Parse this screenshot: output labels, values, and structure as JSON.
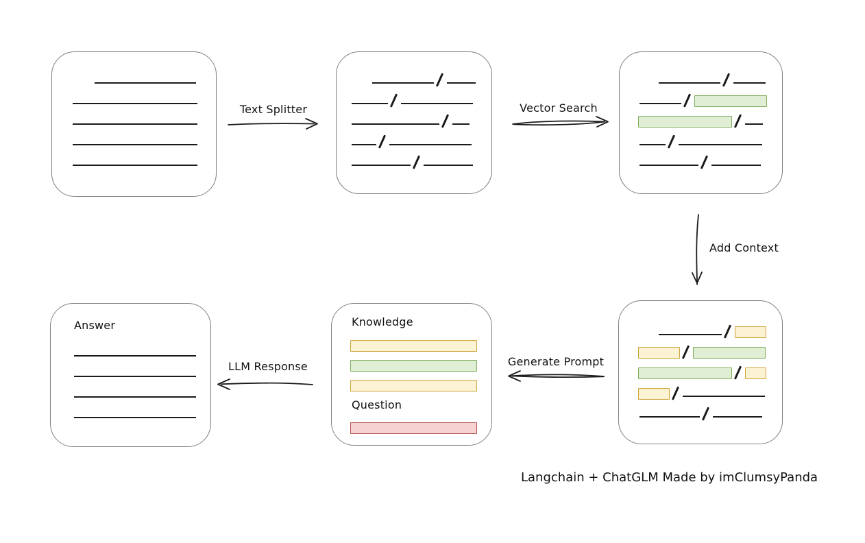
{
  "credit": "Langchain + ChatGLM Made by imClumsyPanda",
  "colors": {
    "stroke": "#1a1a1a",
    "box_border": "#7f7f7f",
    "green_fill": "#dfeed4",
    "green_border": "#7fae5d",
    "yellow_fill": "#fcf3d4",
    "yellow_border": "#cfa437",
    "red_fill": "#f6d3d2",
    "red_border": "#b0524e"
  },
  "labels": {
    "text_splitter": "Text Splitter",
    "vector_search": "Vector Search",
    "add_context": "Add Context",
    "generate_prompt": "Generate Prompt",
    "llm_response": "LLM Response",
    "knowledge": "Knowledge",
    "question": "Question",
    "answer": "Answer"
  },
  "boxes": {
    "source_document": {
      "rows": [
        {
          "ml": 62,
          "segs": [
            {
              "t": "line",
              "w": 148
            }
          ]
        },
        {
          "ml": 30,
          "segs": [
            {
              "t": "line",
              "w": 182
            }
          ]
        },
        {
          "ml": 30,
          "segs": [
            {
              "t": "line",
              "w": 182
            }
          ]
        },
        {
          "ml": 30,
          "segs": [
            {
              "t": "line",
              "w": 182
            }
          ]
        },
        {
          "ml": 30,
          "segs": [
            {
              "t": "line",
              "w": 182
            }
          ]
        }
      ]
    },
    "split_chunks": {
      "rows": [
        {
          "ml": 52,
          "segs": [
            {
              "t": "line",
              "w": 90
            },
            {
              "t": "slash"
            },
            {
              "t": "line",
              "w": 42
            }
          ]
        },
        {
          "ml": 22,
          "segs": [
            {
              "t": "line",
              "w": 53
            },
            {
              "t": "slash"
            },
            {
              "t": "line",
              "w": 105
            }
          ]
        },
        {
          "ml": 22,
          "segs": [
            {
              "t": "line",
              "w": 128
            },
            {
              "t": "slash"
            },
            {
              "t": "line",
              "w": 25
            }
          ]
        },
        {
          "ml": 22,
          "segs": [
            {
              "t": "line",
              "w": 36
            },
            {
              "t": "slash"
            },
            {
              "t": "line",
              "w": 120
            }
          ]
        },
        {
          "ml": 22,
          "segs": [
            {
              "t": "line",
              "w": 86
            },
            {
              "t": "slash"
            },
            {
              "t": "line",
              "w": 72
            }
          ]
        }
      ]
    },
    "vector_search_result": {
      "rows": [
        {
          "ml": 57,
          "segs": [
            {
              "t": "line",
              "w": 90
            },
            {
              "t": "slash"
            },
            {
              "t": "line",
              "w": 47
            }
          ]
        },
        {
          "ml": 29,
          "segs": [
            {
              "t": "line",
              "w": 61
            },
            {
              "t": "slash"
            },
            {
              "t": "bar",
              "c": "green",
              "w": 104
            }
          ]
        },
        {
          "ml": 27,
          "segs": [
            {
              "t": "bar",
              "c": "green",
              "w": 135
            },
            {
              "t": "slash"
            },
            {
              "t": "line",
              "w": 26
            }
          ]
        },
        {
          "ml": 29,
          "segs": [
            {
              "t": "line",
              "w": 38
            },
            {
              "t": "slash"
            },
            {
              "t": "line",
              "w": 122
            }
          ]
        },
        {
          "ml": 29,
          "segs": [
            {
              "t": "line",
              "w": 86
            },
            {
              "t": "slash"
            },
            {
              "t": "line",
              "w": 72
            }
          ]
        }
      ]
    },
    "context_added": {
      "rows": [
        {
          "ml": 58,
          "segs": [
            {
              "t": "line",
              "w": 92
            },
            {
              "t": "slash"
            },
            {
              "t": "bar",
              "c": "yellow",
              "w": 44
            }
          ]
        },
        {
          "ml": 28,
          "segs": [
            {
              "t": "bar",
              "c": "yellow",
              "w": 59
            },
            {
              "t": "slash"
            },
            {
              "t": "bar",
              "c": "green",
              "w": 104
            }
          ]
        },
        {
          "ml": 28,
          "segs": [
            {
              "t": "bar",
              "c": "green",
              "w": 135
            },
            {
              "t": "slash"
            },
            {
              "t": "bar",
              "c": "yellow",
              "w": 29
            }
          ]
        },
        {
          "ml": 28,
          "segs": [
            {
              "t": "bar",
              "c": "yellow",
              "w": 44
            },
            {
              "t": "slash"
            },
            {
              "t": "line",
              "w": 120
            }
          ]
        },
        {
          "ml": 30,
          "segs": [
            {
              "t": "line",
              "w": 88
            },
            {
              "t": "slash"
            },
            {
              "t": "line",
              "w": 72
            }
          ]
        }
      ]
    },
    "prompt": {
      "knowledge_bars": [
        "yellow",
        "green",
        "yellow"
      ],
      "question_bars": [
        "red"
      ]
    },
    "answer": {
      "line_count": 4
    }
  }
}
